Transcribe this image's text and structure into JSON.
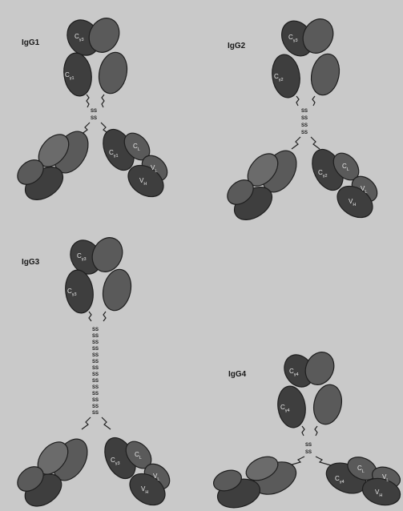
{
  "labels": {
    "igg1": "IgG1",
    "igg2": "IgG2",
    "igg3": "IgG3",
    "igg4": "IgG4"
  },
  "disulfide": "SS",
  "domains": {
    "ch3": "C",
    "ch3_sub": "γ3",
    "ch2": "C",
    "ch2_g1_sub": "γ1",
    "ch2_g2_sub": "γ2",
    "ch2_g3_sub": "γ3",
    "ch2_g4_sub": "γ4",
    "ch1": "C",
    "ch1_g1_sub": "γ1",
    "ch1_g2_sub": "γ2",
    "ch1_g3_sub": "γ3",
    "ch1_g4_sub": "γ4",
    "cl": "C",
    "cl_sub": "L",
    "vl": "V",
    "vl_sub": "L",
    "vh": "V",
    "vh_sub": "H"
  },
  "colors": {
    "background": "#c9c9c9",
    "domain_dark": "#3e3e3e",
    "domain_light": "#6b6b6b"
  }
}
